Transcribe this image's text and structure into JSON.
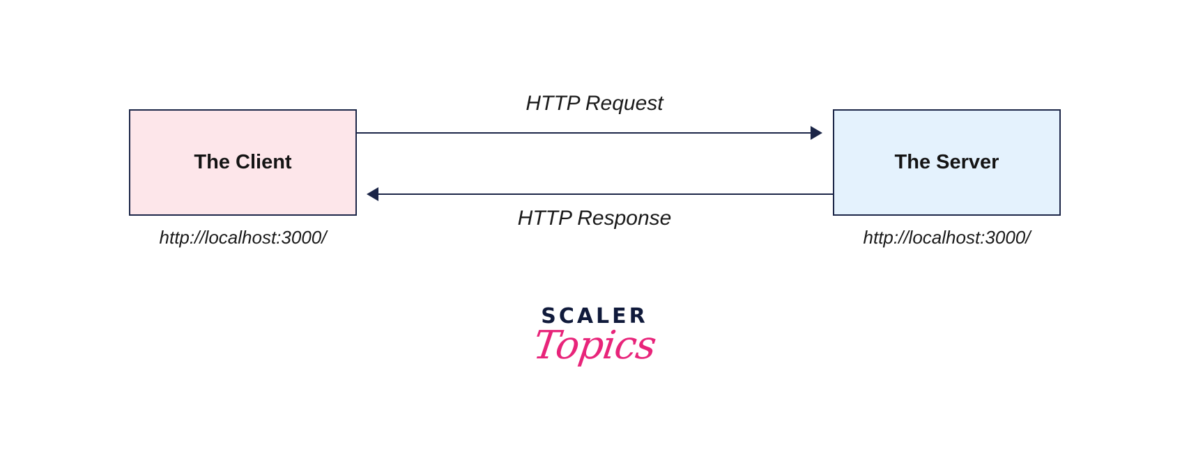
{
  "diagram": {
    "client": {
      "title": "The Client",
      "url": "http://localhost:3000/"
    },
    "server": {
      "title": "The Server",
      "url": "http://localhost:3000/"
    },
    "edges": {
      "request_label": "HTTP Request",
      "response_label": "HTTP Response"
    }
  },
  "logo": {
    "line1": "SCALER",
    "line2": "Topics"
  },
  "colors": {
    "client_fill": "#fde6ea",
    "server_fill": "#e4f2fd",
    "stroke": "#1b2547",
    "logo_navy": "#101a3b",
    "logo_pink": "#e8247a"
  }
}
